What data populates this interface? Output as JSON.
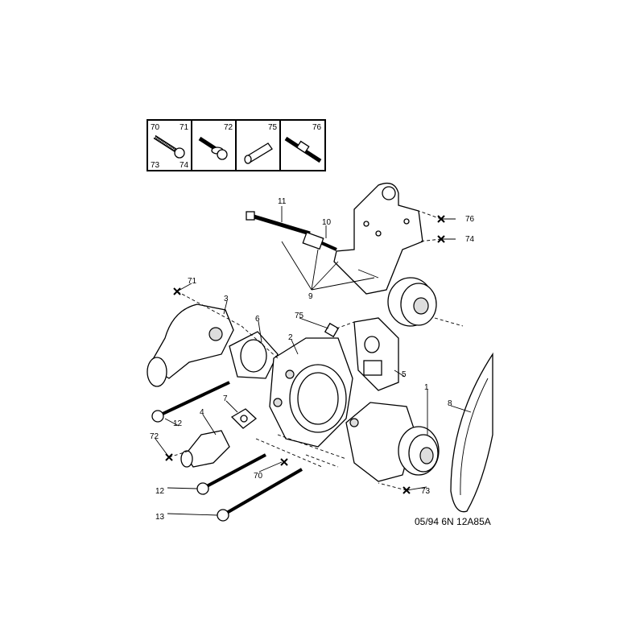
{
  "legend_box": {
    "cells": [
      {
        "labels": [
          "70",
          "71",
          "73",
          "74"
        ],
        "icon": "flange-bolt-icon"
      },
      {
        "labels": [
          "72"
        ],
        "icon": "bolt-washer-icon"
      },
      {
        "labels": [
          "75"
        ],
        "icon": "dowel-sleeve-icon"
      },
      {
        "labels": [
          "76"
        ],
        "icon": "stud-icon"
      }
    ]
  },
  "callouts": {
    "c1": "1",
    "c2": "2",
    "c3": "3",
    "c4": "4",
    "c5": "5",
    "c6": "6",
    "c7": "7",
    "c8": "8",
    "c9": "9",
    "c10": "10",
    "c11": "11",
    "c12a": "12",
    "c12b": "12",
    "c13": "13",
    "c70": "70",
    "c71": "71",
    "c72": "72",
    "c73": "73",
    "c74": "74",
    "c75": "75",
    "c76": "76"
  },
  "diagram_code": "05/94 6N 12A85A"
}
